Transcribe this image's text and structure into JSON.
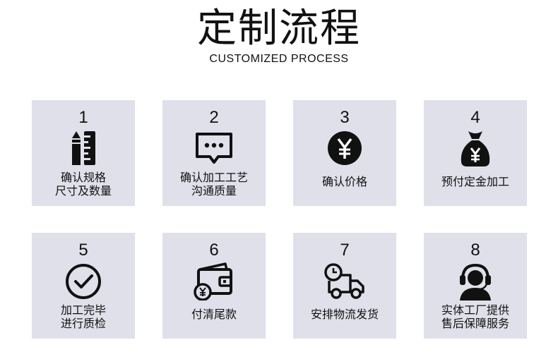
{
  "header": {
    "title": "定制流程",
    "subtitle": "CUSTOMIZED PROCESS"
  },
  "steps": [
    {
      "num": "1",
      "line1": "确认规格",
      "line2": "尺寸及数量",
      "icon": "pencil-ruler-icon"
    },
    {
      "num": "2",
      "line1": "确认加工工艺",
      "line2": "沟通质量",
      "icon": "chat-bubble-icon"
    },
    {
      "num": "3",
      "line1": "确认价格",
      "line2": "",
      "icon": "yen-coin-icon"
    },
    {
      "num": "4",
      "line1": "预付定金加工",
      "line2": "",
      "icon": "money-bag-icon"
    },
    {
      "num": "5",
      "line1": "加工完毕",
      "line2": "进行质检",
      "icon": "check-circle-icon"
    },
    {
      "num": "6",
      "line1": "付清尾款",
      "line2": "",
      "icon": "wallet-yen-icon"
    },
    {
      "num": "7",
      "line1": "安排物流发货",
      "line2": "",
      "icon": "delivery-truck-icon"
    },
    {
      "num": "8",
      "line1": "实体工厂提供",
      "line2": "售后保障服务",
      "icon": "headset-support-icon"
    }
  ],
  "colors": {
    "card_bg": "#dfe0ea",
    "text": "#111111",
    "icon": "#111111"
  }
}
